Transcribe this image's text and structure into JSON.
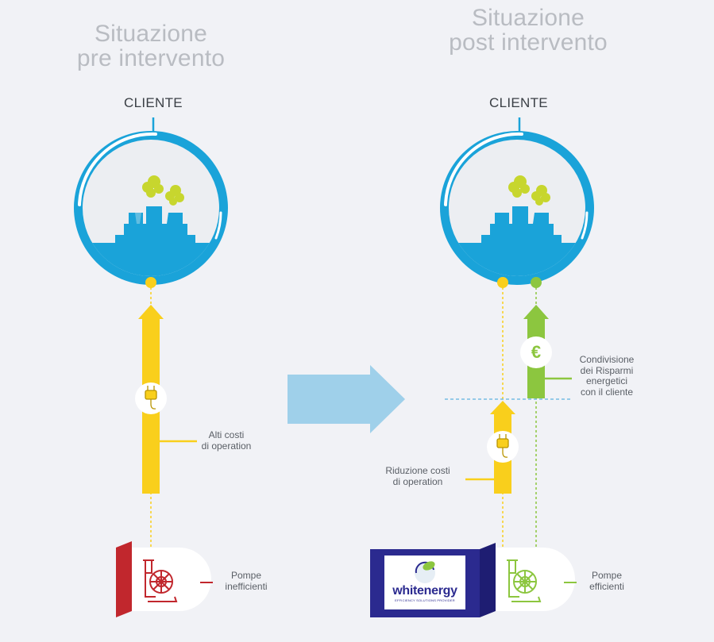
{
  "left": {
    "title_line1": "Situazione",
    "title_line2": "pre intervento",
    "client_label": "CLIENTE",
    "cost_label_line1": "Alti costi",
    "cost_label_line2": "di operation",
    "pump_label_line1": "Pompe",
    "pump_label_line2": "inefficienti"
  },
  "right": {
    "title_line1": "Situazione",
    "title_line2": "post intervento",
    "client_label": "CLIENTE",
    "cost_label_line1": "Riduzione costi",
    "cost_label_line2": "di operation",
    "sharing_label_line1": "Condivisione",
    "sharing_label_line2": "dei Risparmi",
    "sharing_label_line3": "energetici",
    "sharing_label_line4": "con il cliente",
    "pump_label_line1": "Pompe",
    "pump_label_line2": "efficienti",
    "brand_name": "whitenergy",
    "brand_tagline": "EFFICIENCY SOLUTIONS PROVIDER"
  },
  "icons": {
    "plug": "plug-icon",
    "euro": "€",
    "pump": "pump-icon",
    "factory": "factory-icon",
    "arrow": "transition-arrow"
  },
  "colors": {
    "background": "#f1f2f6",
    "blue": "#1aa3d9",
    "yellow": "#f9cf1c",
    "green": "#8cc63f",
    "red": "#c1272d",
    "navy": "#2b2a8f",
    "arrow": "#9fd0ea"
  }
}
